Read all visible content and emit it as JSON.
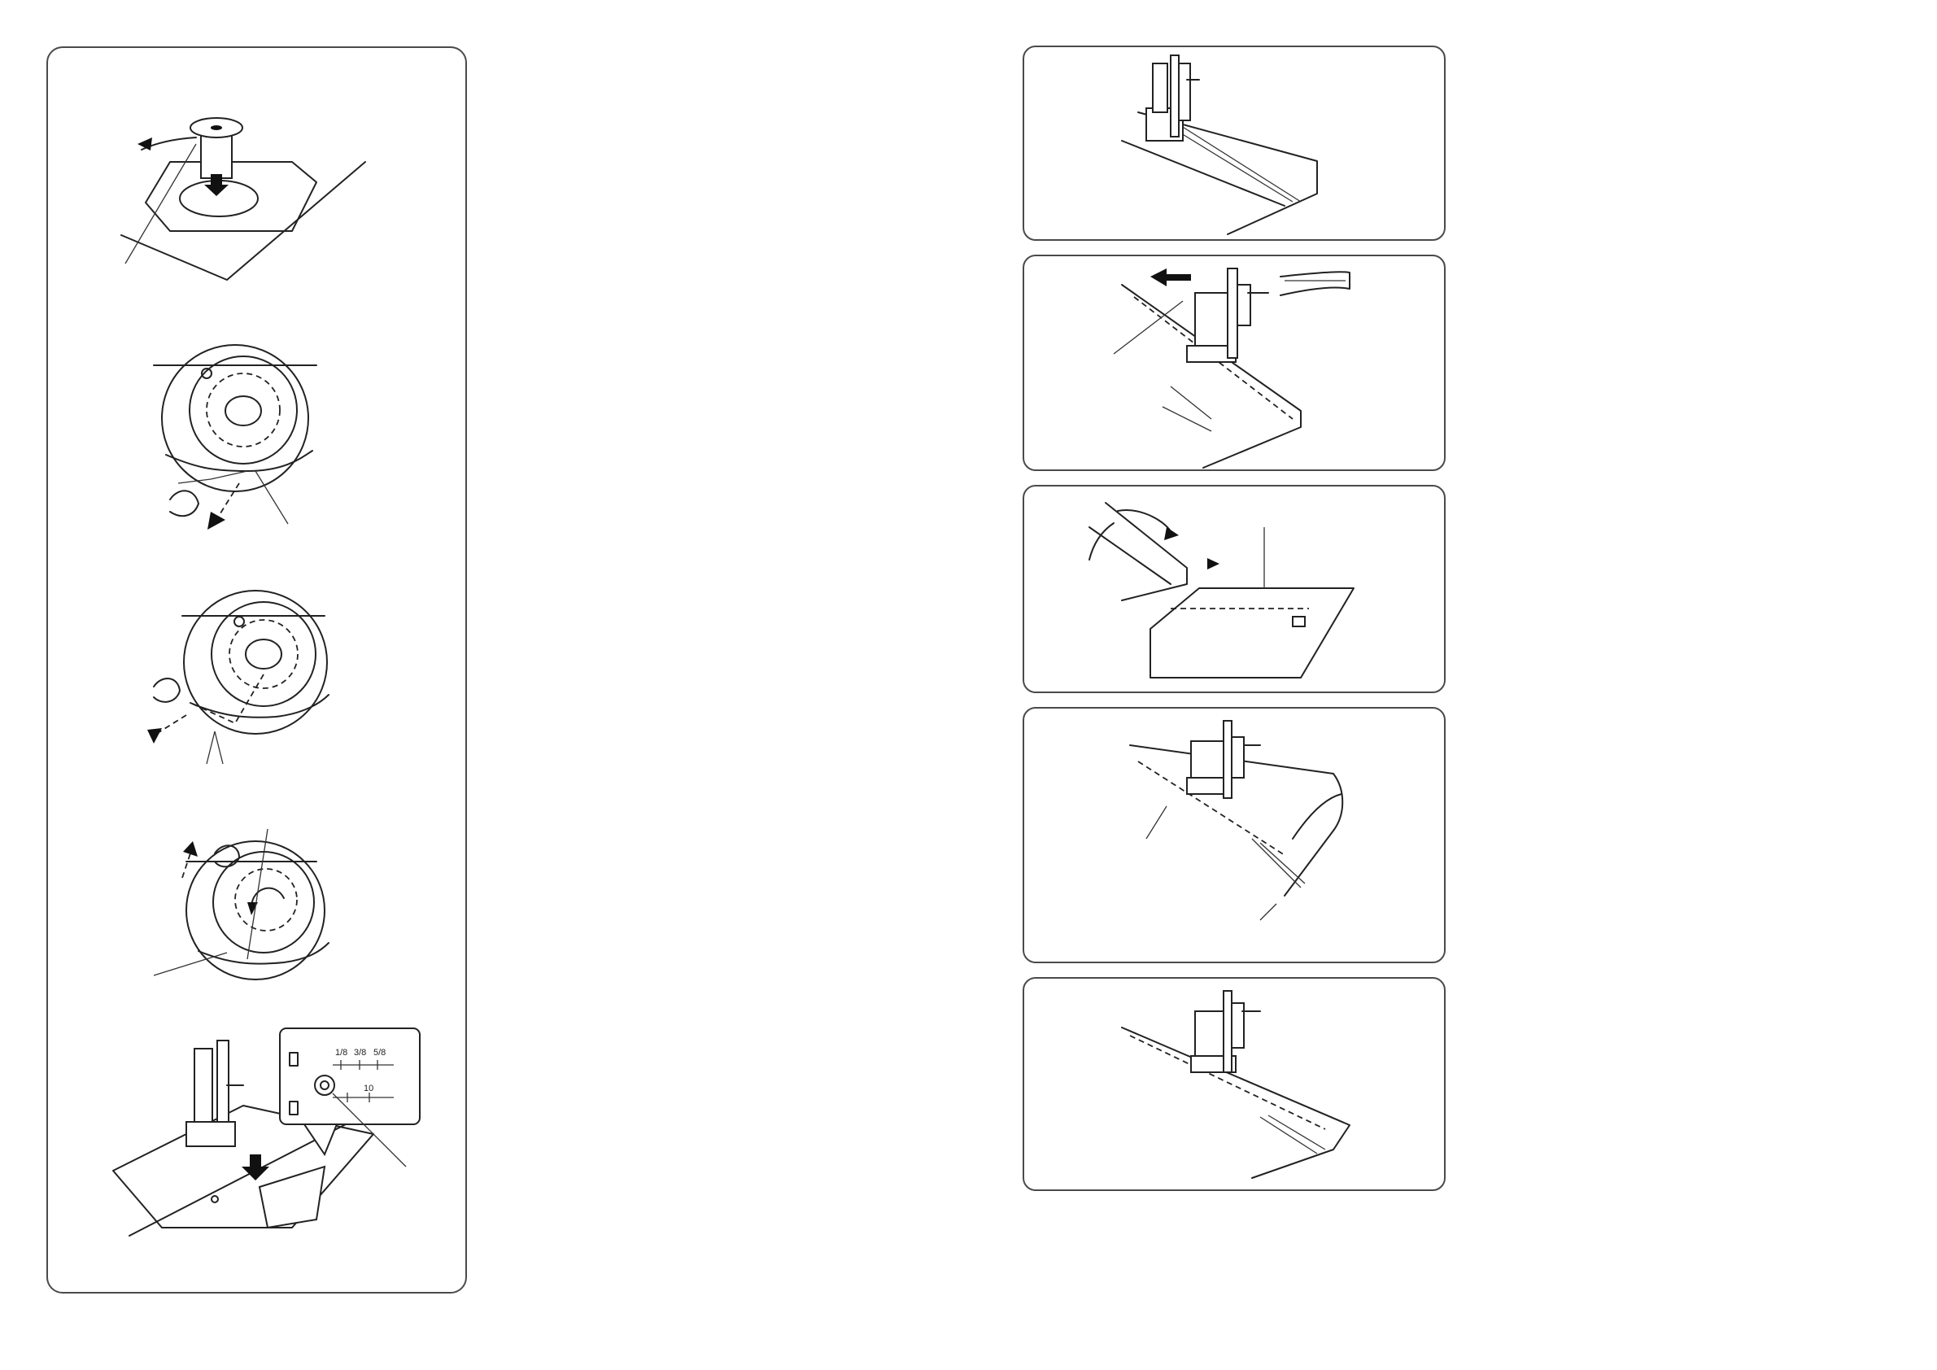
{
  "guide_scale": {
    "marks": [
      "1/8",
      "3/8",
      "5/8",
      "10"
    ]
  },
  "colors": {
    "line": "#222222",
    "panel_border": "#4a4a4a",
    "background": "#ffffff"
  },
  "left_panel": {
    "steps": [
      {
        "icon": "bobbin-insert-icon"
      },
      {
        "icon": "bobbin-thread-notch-icon"
      },
      {
        "icon": "bobbin-thread-pull-icon"
      },
      {
        "icon": "bobbin-thread-rotate-icon"
      },
      {
        "icon": "needle-plate-cover-icon"
      }
    ]
  },
  "right_panel": {
    "steps": [
      {
        "icon": "presser-foot-seam-icon"
      },
      {
        "icon": "zipper-basting-icon"
      },
      {
        "icon": "fabric-fold-icon"
      },
      {
        "icon": "zipper-sewing-icon"
      },
      {
        "icon": "zipper-finish-icon"
      }
    ]
  }
}
